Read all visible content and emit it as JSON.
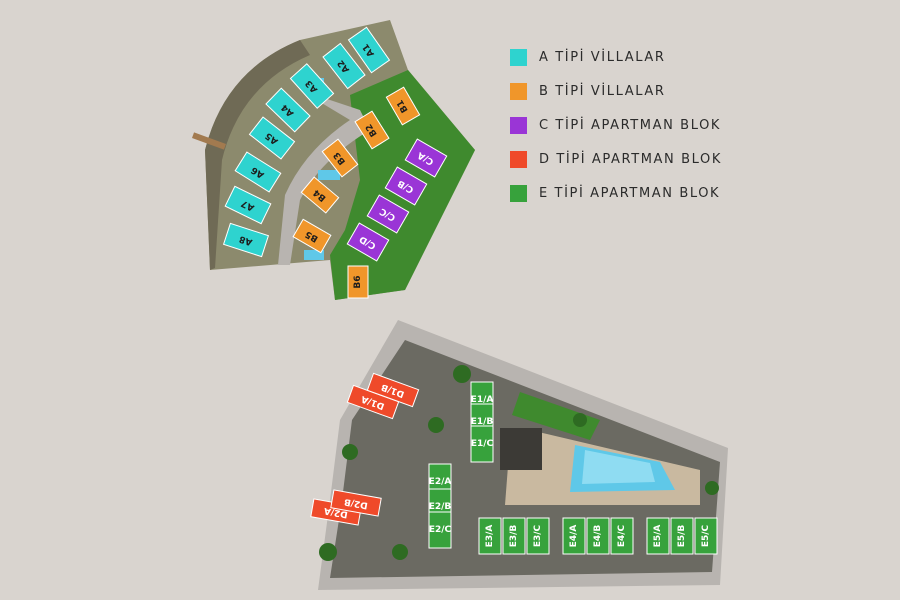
{
  "legend": {
    "items": [
      {
        "label": "A TİPİ VİLLALAR",
        "color": "#2ed3cf"
      },
      {
        "label": "B TİPİ VİLLALAR",
        "color": "#f0962a"
      },
      {
        "label": "C TİPİ APARTMAN BLOK",
        "color": "#9a35d6"
      },
      {
        "label": "D TİPİ APARTMAN BLOK",
        "color": "#ef4a2a"
      },
      {
        "label": "E TİPİ APARTMAN BLOK",
        "color": "#37a23c"
      }
    ]
  },
  "colors": {
    "background": "#d9d4cf",
    "grass": "#3f8a2e",
    "road": "#b8b4b0",
    "pool": "#5fc8e8"
  },
  "units": {
    "a": [
      "A1",
      "A2",
      "A3",
      "A4",
      "A5",
      "A6",
      "A7",
      "A8"
    ],
    "b": [
      "B1",
      "B2",
      "B3",
      "B4",
      "B5",
      "B6"
    ],
    "c": [
      "C/A",
      "C/B",
      "C/C",
      "C/D"
    ],
    "d": [
      "D1/A",
      "D1/B",
      "D2/A",
      "D2/B"
    ],
    "e": [
      "E1/A",
      "E1/B",
      "E1/C",
      "E2/A",
      "E2/B",
      "E2/C",
      "E3/A",
      "E3/B",
      "E3/C",
      "E4/A",
      "E4/B",
      "E4/C",
      "E5/A",
      "E5/B",
      "E5/C"
    ]
  }
}
